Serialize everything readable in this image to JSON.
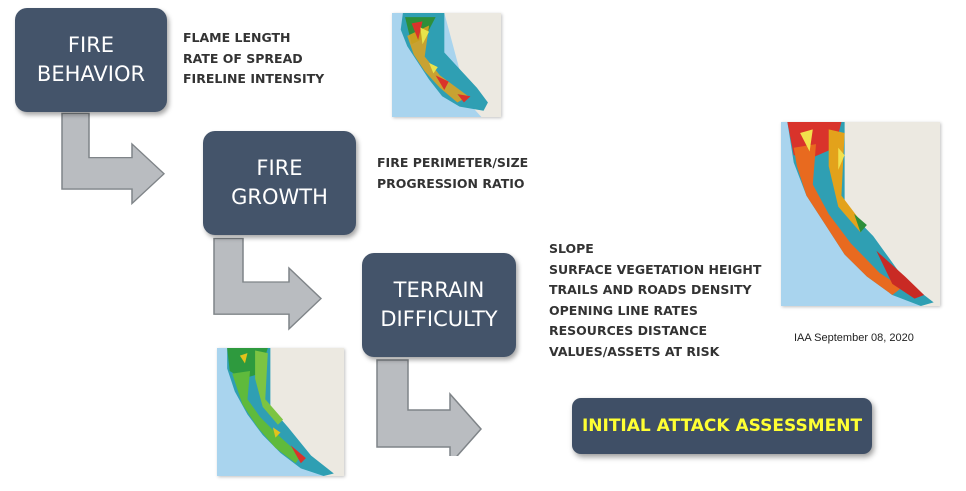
{
  "steps": [
    {
      "title_line1": "FIRE",
      "title_line2": "BEHAVIOR",
      "outputs": [
        "FLAME LENGTH",
        "RATE OF SPREAD",
        "FIRELINE INTENSITY"
      ]
    },
    {
      "title_line1": "FIRE",
      "title_line2": "GROWTH",
      "outputs": [
        "FIRE PERIMETER/SIZE",
        "PROGRESSION RATIO"
      ]
    },
    {
      "title_line1": "TERRAIN",
      "title_line2": "DIFFICULTY",
      "outputs": [
        "SLOPE",
        "SURFACE VEGETATION HEIGHT",
        "TRAILS AND ROADS DENSITY",
        "OPENING LINE RATES",
        "RESOURCES DISTANCE",
        "VALUES/ASSETS AT RISK"
      ]
    }
  ],
  "result": {
    "label": "INITIAL ATTACK ASSESSMENT"
  },
  "map_caption": "IAA September 08, 2020",
  "maps": [
    {
      "name": "fire-behavior-map",
      "palette": "mixed"
    },
    {
      "name": "iaa-map",
      "palette": "red"
    },
    {
      "name": "terrain-map",
      "palette": "green"
    }
  ],
  "colors": {
    "box_fill": "#44546a",
    "box_text": "#ffffff",
    "result_text": "#ffff33",
    "arrow_fill": "#b9bcc0",
    "arrow_stroke": "#7f8488"
  }
}
